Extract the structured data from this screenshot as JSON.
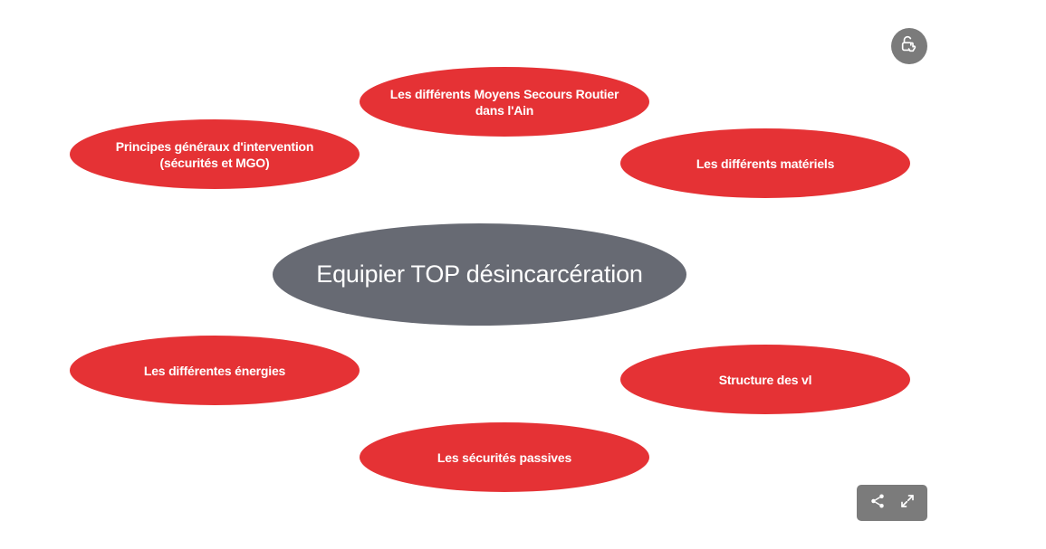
{
  "diagram": {
    "center": {
      "label": "Equipier TOP désincarcération"
    },
    "topics": [
      {
        "label": "Les différents Moyens Secours Routier dans l'Ain"
      },
      {
        "label": "Principes généraux d'intervention (sécurités et MGO)"
      },
      {
        "label": "Les différents matériels"
      },
      {
        "label": "Les différentes énergies"
      },
      {
        "label": "Structure des vl"
      },
      {
        "label": "Les sécurités passives"
      }
    ]
  },
  "colors": {
    "topic_fill": "#e53235",
    "center_fill": "#676a73",
    "control_fill": "#7b7b7b",
    "text": "#ffffff"
  },
  "controls": {
    "unlock": {
      "icon": "unlock-pointer-icon"
    },
    "share": {
      "icon": "share-icon"
    },
    "fullscreen": {
      "icon": "fullscreen-expand-icon"
    }
  }
}
